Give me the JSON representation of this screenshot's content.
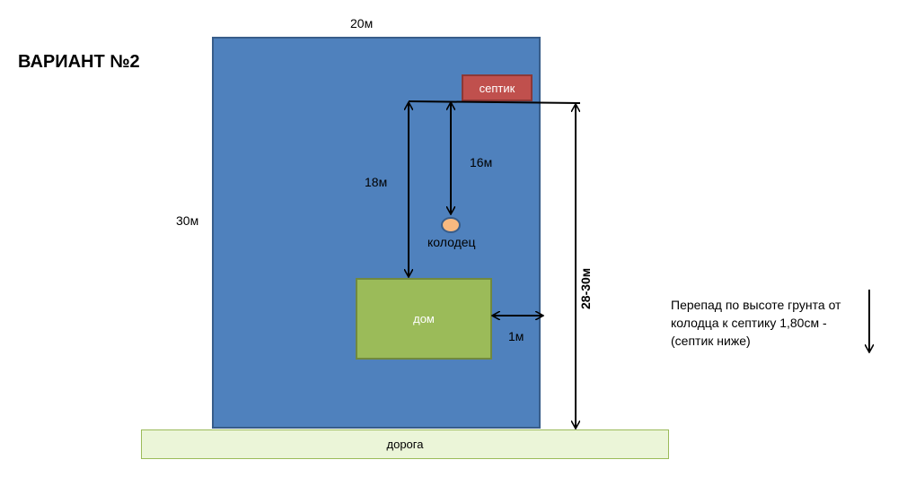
{
  "title": "ВАРИАНТ №2",
  "plot": {
    "width_label": "20м",
    "length_label": "30м"
  },
  "septic": {
    "label": "септик"
  },
  "well": {
    "label": "колодец"
  },
  "house": {
    "label": "дом"
  },
  "road": {
    "label": "дорога"
  },
  "dimensions": {
    "septic_to_house": "18м",
    "septic_to_well": "16м",
    "house_to_edge": "1м",
    "septic_to_road": "28-30м"
  },
  "note": "Перепад по высоте грунта от колодца к септику 1,80см - (септик ниже)"
}
